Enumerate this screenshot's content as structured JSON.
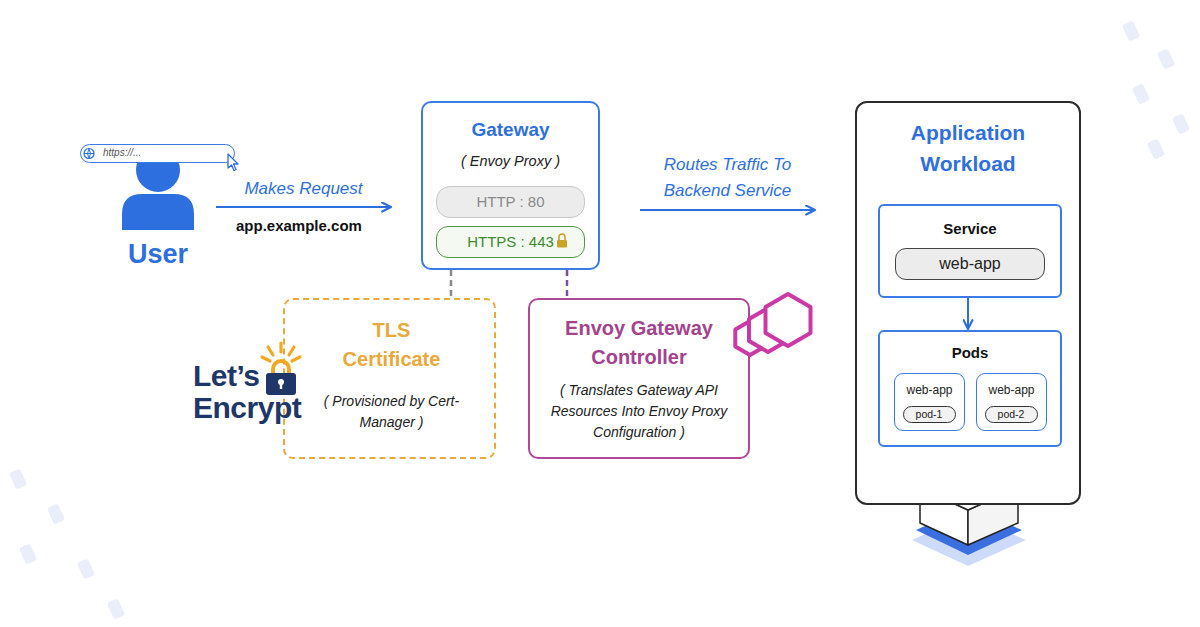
{
  "diagram": {
    "nodes": [
      {
        "text": [
          "https://..."
        ]
      },
      {
        "text": [
          "User"
        ]
      },
      {
        "text": [
          "Gateway",
          "( Envoy Proxy )"
        ]
      },
      {
        "text": [
          "HTTP : 80"
        ],
        "in": 2
      },
      {
        "text": [
          "HTTPS : 443"
        ],
        "in": 2
      },
      {
        "text": [
          "TLS Certificate",
          "( Provisioned by Cert-Manager )"
        ]
      },
      {
        "text": [
          "Envoy Gateway Controller",
          "( Translates Gateway API Resources Into Envoy Proxy Configuration )"
        ]
      },
      {
        "text": [
          "Application Workload"
        ]
      },
      {
        "text": [
          "Service"
        ],
        "in": 7
      },
      {
        "text": [
          "web-app"
        ],
        "in": 8
      },
      {
        "text": [
          "Pods"
        ],
        "in": 7
      },
      {
        "text": [
          "web-app"
        ],
        "in": 10
      },
      {
        "text": [
          "pod-1"
        ],
        "in": 11
      },
      {
        "text": [
          "web-app"
        ],
        "in": 10
      },
      {
        "text": [
          "pod-2"
        ],
        "in": 13
      }
    ],
    "edges": [
      {
        "from": 1,
        "to": 2,
        "label": "Makes Request",
        "arrow": "to"
      },
      {
        "from": 2,
        "to": 7,
        "label": "Routes Traffic To Backend Service",
        "arrow": "to"
      },
      {
        "from": 2,
        "to": 5,
        "arrow": "none"
      },
      {
        "from": 2,
        "to": 6,
        "arrow": "none"
      },
      {
        "from": 8,
        "to": 10,
        "arrow": "to"
      }
    ],
    "labels": [
      "app.example.com",
      "Let’s Encrypt"
    ]
  }
}
